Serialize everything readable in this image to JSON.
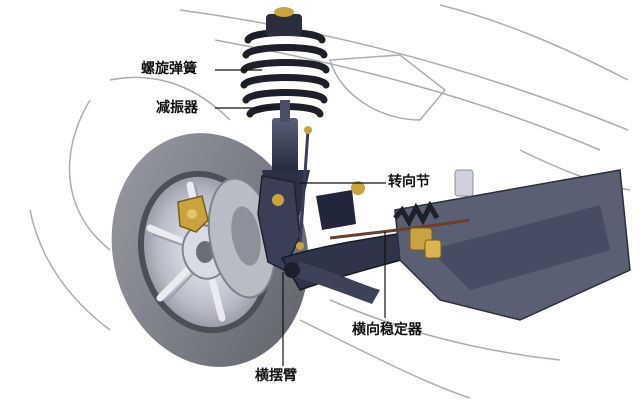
{
  "labels": {
    "coil_spring": "螺旋弹簧",
    "shock_absorber": "减振器",
    "steering_knuckle": "转向节",
    "anti_roll_bar": "横向稳定器",
    "control_arm": "横摆臂"
  },
  "colors": {
    "tire": "#7c7f87",
    "rim": "#c9ccd6",
    "spring": "#1d2028",
    "suspension_metal": "#3a3f55",
    "brass": "#c9a340",
    "outline": "#a9adb6",
    "text": "#111111"
  }
}
